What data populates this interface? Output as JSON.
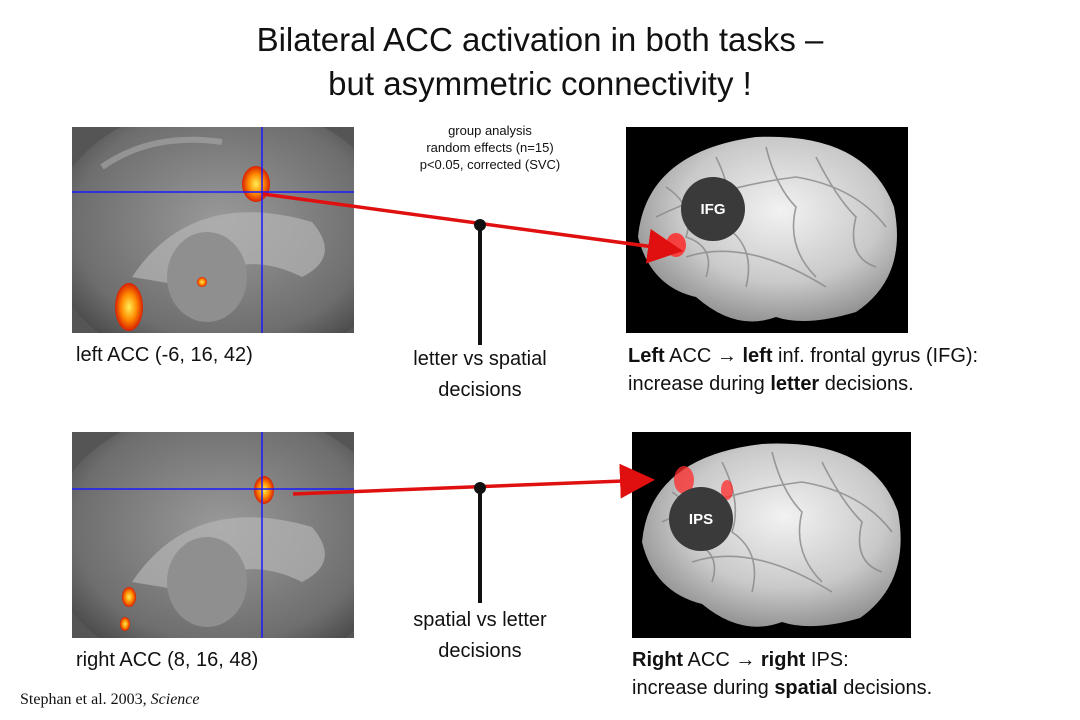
{
  "title": {
    "line1": "Bilateral ACC activation in both tasks –",
    "line2": "but asymmetric connectivity !"
  },
  "group_analysis": {
    "line1": "group analysis",
    "line2": "random effects (n=15)",
    "line3": "p<0.05, corrected (SVC)"
  },
  "top": {
    "seed_label": "left ACC (-6, 16, 42)",
    "contrast_line1": "letter vs spatial",
    "contrast_line2": "decisions",
    "target_badge": "IFG",
    "desc_line1_a": "Left",
    "desc_line1_b": " ACC ",
    "arrow": "→",
    "desc_line1_c": " left",
    "desc_line1_d": " inf. frontal gyrus (IFG):",
    "desc_line2_a": "increase during ",
    "desc_line2_b": "letter",
    "desc_line2_c": " decisions."
  },
  "bottom": {
    "seed_label": "right ACC (8, 16, 48)",
    "contrast_line1": "spatial vs letter",
    "contrast_line2": "decisions",
    "target_badge": "IPS",
    "desc_line1_a": "Right",
    "desc_line1_b": " ACC ",
    "arrow": "→",
    "desc_line1_c": " right",
    "desc_line1_d": " IPS:",
    "desc_line2_a": "increase during ",
    "desc_line2_b": "spatial",
    "desc_line2_c": " decisions."
  },
  "citation": {
    "authors": "Stephan et al. 2003, ",
    "journal": "Science"
  },
  "colors": {
    "connection": "#e01010",
    "crosshair": "#1a1aff",
    "activation": "#ff7a00"
  }
}
